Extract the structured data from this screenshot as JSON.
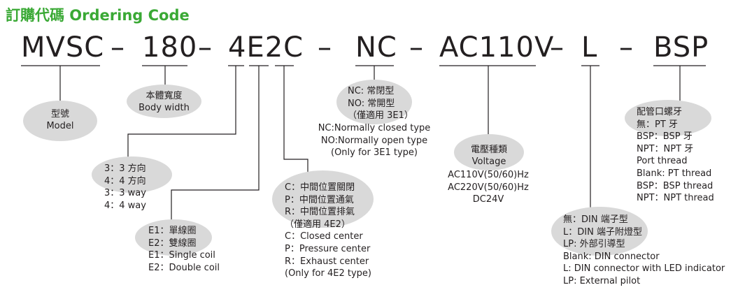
{
  "title": "訂購代碼 Ordering Code",
  "code": {
    "model": "MVSC",
    "dash1": "–",
    "body": "180",
    "dash2": "–",
    "valve": "4E2C",
    "dash3": "–",
    "nc": "NC",
    "dash4": "–",
    "voltage": "AC110V",
    "dash5": "–",
    "l": "L",
    "dash6": "–",
    "thread": "BSP"
  },
  "model_bubble": [
    "型號",
    "Model"
  ],
  "body_bubble": [
    "本體寬度",
    "Body width"
  ],
  "ways": [
    "3：3 方向",
    "4：4 方向",
    "3：3 way",
    "4：4 way"
  ],
  "coil": [
    "E1：單線圈",
    "E2：雙線圈",
    "E1：Single coil",
    "E2：Double coil"
  ],
  "center": [
    "C：中間位置關閉",
    "P：中間位置通氣",
    "R：中間位置排氣",
    "（僅適用 4E2）",
    "C：Closed center",
    "P：Pressure center",
    "R：Exhaust center",
    "(Only for 4E2 type)"
  ],
  "nc_bubble": [
    "NC: 常閉型",
    "NO: 常開型",
    "（僅適用 3E1）"
  ],
  "nc_desc": [
    "NC:Normally closed type",
    "NO:Normally open type",
    "(Only for 3E1 type)"
  ],
  "voltage_bubble": [
    "電壓種類",
    "Voltage"
  ],
  "voltage_list": [
    "AC110V(50/60)Hz",
    "AC220V(50/60)Hz",
    "DC24V"
  ],
  "connector_bubble": [
    "無：DIN 端子型",
    "L：DIN 端子附燈型",
    "LP: 外部引導型"
  ],
  "connector_desc": [
    "Blank: DIN connector",
    "L: DIN connector with LED indicator",
    "LP: External pilot"
  ],
  "thread_bubble": [
    "配管口螺牙",
    "無：PT 牙"
  ],
  "thread_desc": [
    "BSP：BSP 牙",
    "NPT：NPT 牙",
    "Port thread",
    "Blank: PT thread",
    "BSP：BSP thread",
    "NPT：NPT thread"
  ]
}
